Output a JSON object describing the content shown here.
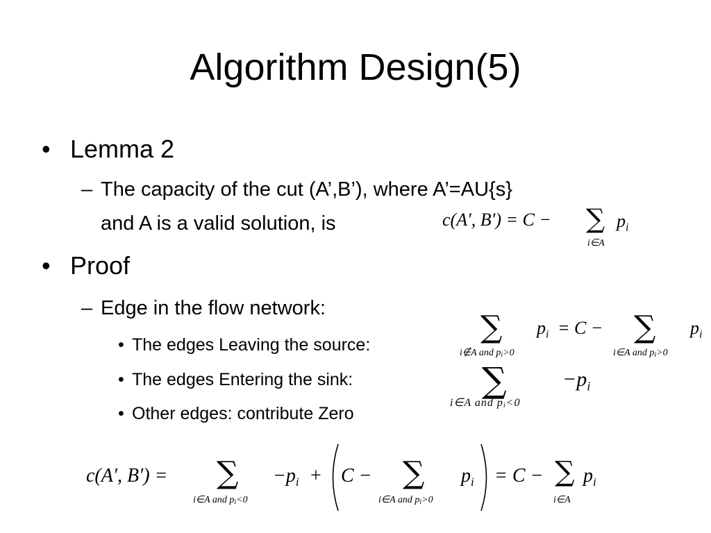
{
  "slide": {
    "title": "Algorithm Design(5)",
    "bullets": {
      "lemma": "Lemma 2",
      "lemma_sub_dash": "–",
      "lemma_sub_line1": "The capacity of the cut (A’,B’), where A’=AU{s}",
      "lemma_sub_line2": "and A is a valid solution, is",
      "proof": "Proof",
      "proof_sub_dash": "–",
      "proof_sub": "Edge in the flow network:",
      "item1": "The edges Leaving the source:",
      "item2": "The edges Entering the sink:",
      "item3": "Other edges: contribute Zero",
      "bullet_symbol": "•"
    },
    "formulas": {
      "lemma_eq": {
        "lhs": "c(A′, B′) = C −",
        "sum_lim": "i∈A",
        "term": "p",
        "term_sub": "i"
      },
      "source_eq": {
        "sum1_lim": "i∉A and p",
        "sum1_lim_tail": ">0",
        "term1": "p",
        "term1_sub": "i",
        "mid": "= C −",
        "sum2_lim": "i∈A and p",
        "sum2_lim_tail": ">0",
        "term2": "p",
        "term2_sub": "i"
      },
      "sink_eq": {
        "sum_lim": "i∈A and p",
        "sum_lim_tail": "<0",
        "term": "−p",
        "term_sub": "i"
      },
      "final_eq": {
        "lhs": "c(A′, B′) =",
        "sum1_lim": "i∈A and p",
        "sum1_lim_tail": "<0",
        "term1": "−p",
        "term1_sub": "i",
        "plus": "+",
        "inner_c": "C −",
        "sum2_lim": "i∈A and p",
        "sum2_lim_tail": ">0",
        "term2": "p",
        "term2_sub": "i",
        "rhs": "= C −",
        "sum3_lim": "i∈A",
        "term3": "p",
        "term3_sub": "i"
      }
    },
    "sigma_symbol": "∑",
    "sub_i": "i"
  }
}
